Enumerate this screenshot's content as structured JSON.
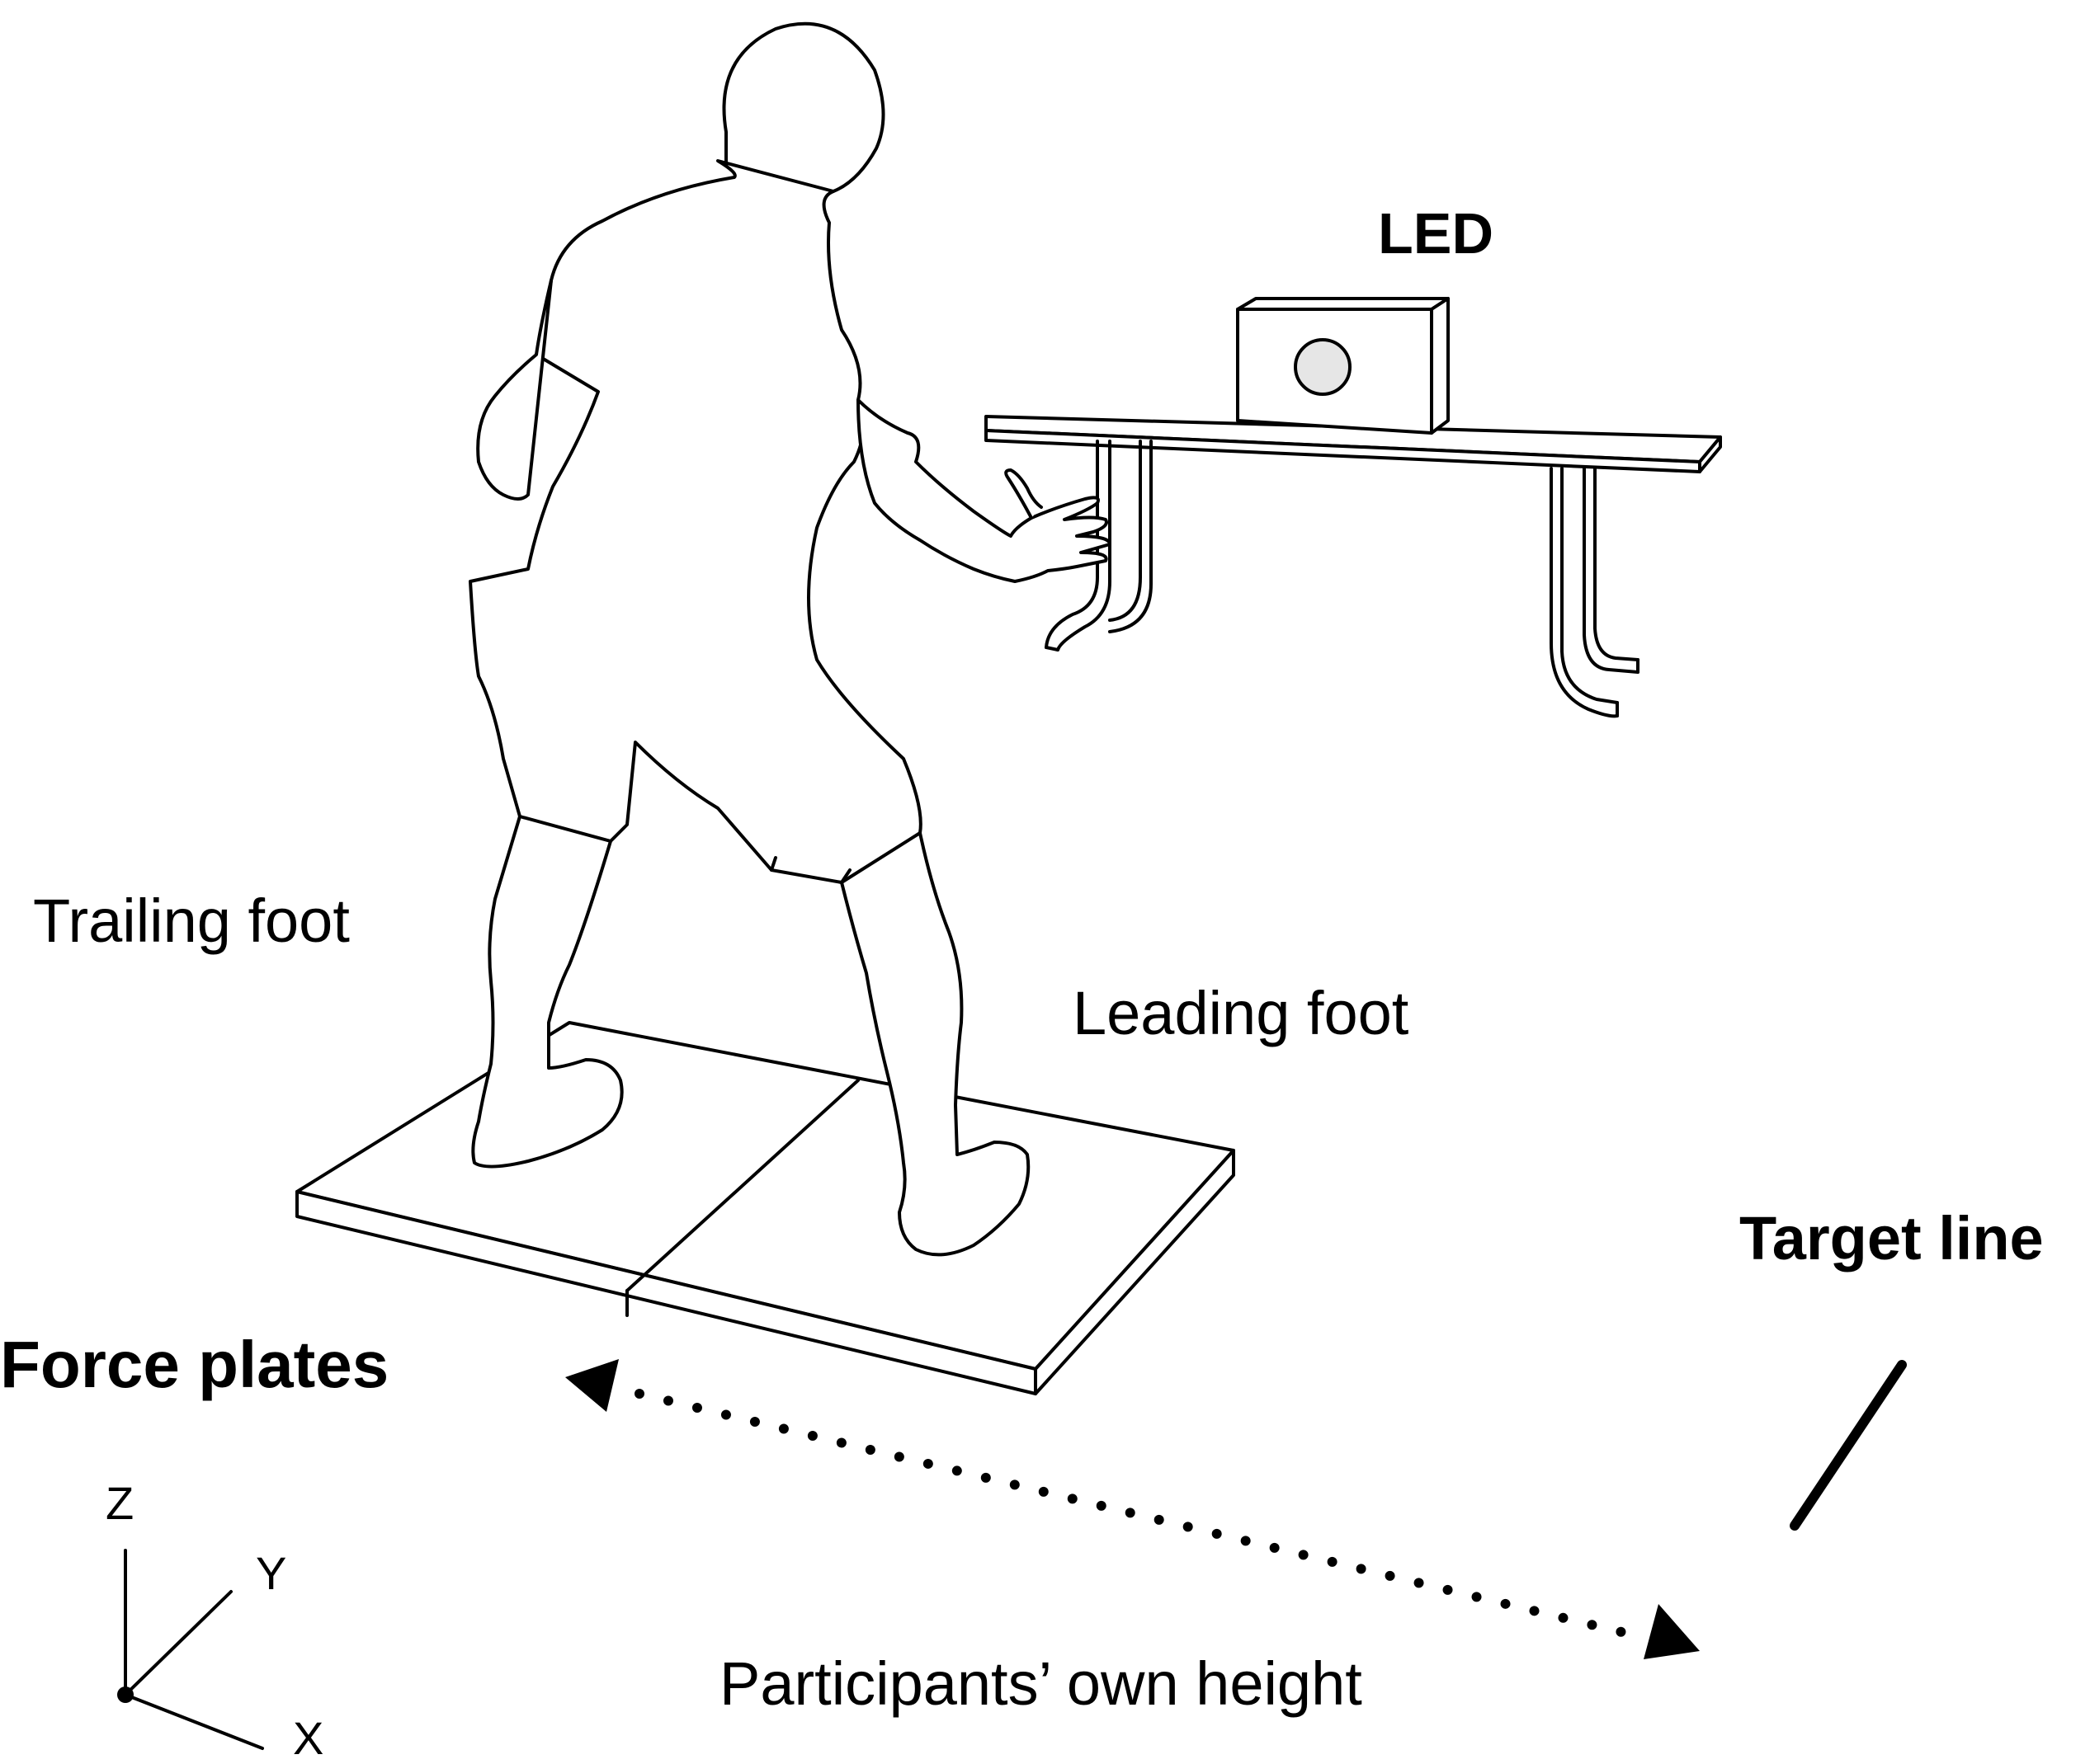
{
  "labels": {
    "led": "LED",
    "trailing_foot": "Trailing foot",
    "leading_foot": "Leading foot",
    "target_line": "Target line",
    "force_plates": "Force plates",
    "distance": "Participants’ own height"
  },
  "axes": {
    "z": "Z",
    "y": "Y",
    "x": "X"
  },
  "colors": {
    "ink": "#000000",
    "led_light": "#e6e6e6"
  }
}
